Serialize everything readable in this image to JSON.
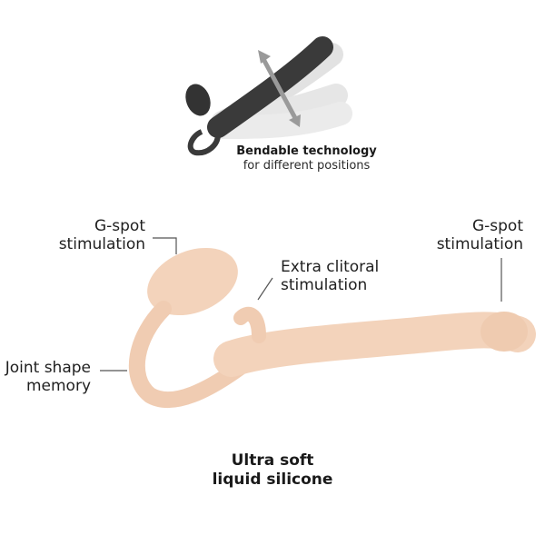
{
  "top_illustration": {
    "caption_title": "Bendable technology",
    "caption_subtitle": "for different positions",
    "colors": {
      "product": "#3a3a3a",
      "ghost": "#d8d8d8",
      "arrow": "#9a9a9a"
    }
  },
  "main_illustration": {
    "colors": {
      "product": "#f3d3bb",
      "product_shade": "#e6bfa3",
      "leader_line": "#555555"
    }
  },
  "callouts": [
    {
      "id": "gspot-left",
      "line1": "G-spot",
      "line2": "stimulation"
    },
    {
      "id": "extra-clitoral",
      "line1": "Extra clitoral",
      "line2": "stimulation"
    },
    {
      "id": "gspot-right",
      "line1": "G-spot",
      "line2": "stimulation"
    },
    {
      "id": "joint-shape",
      "line1": "Joint shape",
      "line2": "memory"
    }
  ],
  "bottom_caption": {
    "line1": "Ultra soft",
    "line2": "liquid silicone"
  }
}
